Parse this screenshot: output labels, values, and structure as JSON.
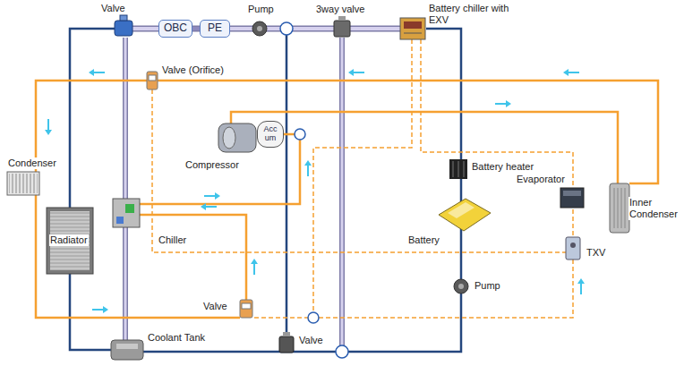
{
  "diagram": {
    "nodes": [
      {
        "text": [
          "OBC"
        ]
      },
      {
        "text": [
          "PE"
        ]
      },
      {
        "text": [
          "Acc um"
        ]
      }
    ],
    "edges": [
      {
        "from": 0,
        "to": 1,
        "arrow": "none"
      }
    ],
    "labels": [
      "Valve",
      "Pump",
      "3way valve",
      "Battery chiller with EXV",
      "Valve (Orifice)",
      "Condenser",
      "Compressor",
      "Battery heater",
      "Evaporator",
      "Inner Condenser",
      "Radiator",
      "Chiller",
      "Battery",
      "TXV",
      "Pump",
      "Valve",
      "Coolant Tank",
      "Valve"
    ]
  }
}
